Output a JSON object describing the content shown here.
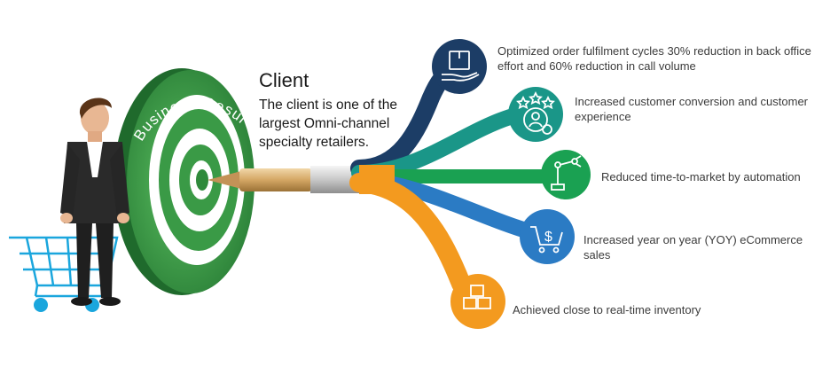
{
  "target": {
    "label": "Business Result",
    "ring_color": "#3a9a46",
    "ring_light": "#ffffff"
  },
  "client": {
    "title": "Client",
    "description": "The client is one of the largest Omni-channel specialty retailers."
  },
  "results": [
    {
      "text": "Optimized order fulfilment cycles 30% reduction in back office effort and 60% reduction in call volume",
      "icon": "hand-box-icon",
      "color": "#1c3d66"
    },
    {
      "text": "Increased customer conversion and customer experience",
      "icon": "customer-stars-icon",
      "color": "#1a9688"
    },
    {
      "text": "Reduced time-to-market by automation",
      "icon": "robot-arm-icon",
      "color": "#1aa152"
    },
    {
      "text": "Increased year on year (YOY) eCommerce sales",
      "icon": "cart-dollar-icon",
      "color": "#2b7bc4"
    },
    {
      "text": "Achieved close to real-time inventory",
      "icon": "stacked-boxes-icon",
      "color": "#f39a1f"
    }
  ],
  "colors": {
    "cart": "#1aa6dd",
    "suit": "#2a2a2a",
    "pen_gold": "#c99a55"
  }
}
